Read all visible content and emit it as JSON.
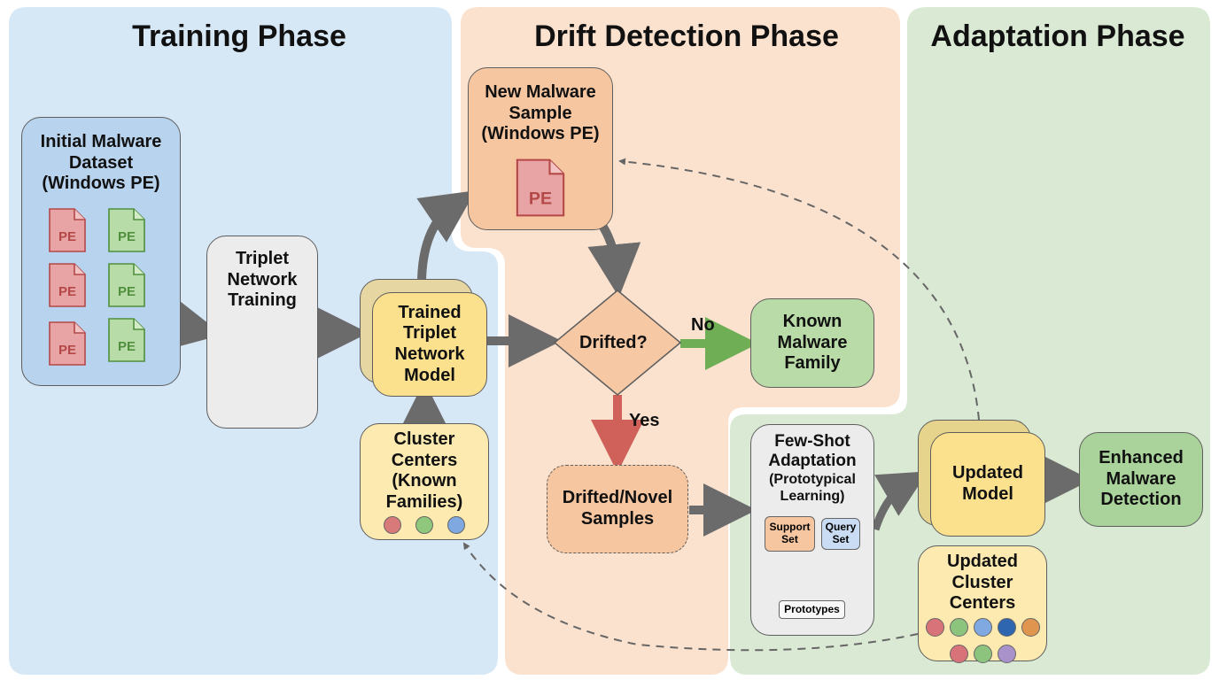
{
  "phases": {
    "training": {
      "title": "Training Phase",
      "color": "#d6e7f6"
    },
    "drift": {
      "title": "Drift Detection Phase",
      "color": "#fbe2cf"
    },
    "adaptation": {
      "title": "Adaptation Phase",
      "color": "#d9e9d3"
    }
  },
  "nodes": {
    "initial_dataset": {
      "label": "Initial Malware\nDataset\n(Windows PE)",
      "file_icons": [
        {
          "text": "PE",
          "color": "red"
        },
        {
          "text": "PE",
          "color": "green"
        },
        {
          "text": "PE",
          "color": "red"
        },
        {
          "text": "PE",
          "color": "green"
        },
        {
          "text": "PE",
          "color": "red"
        },
        {
          "text": "PE",
          "color": "green"
        }
      ]
    },
    "triplet_training": {
      "label": "Triplet\nNetwork\nTraining"
    },
    "trained_model": {
      "label": "Trained\nTriplet\nNetwork\nModel"
    },
    "cluster_centers": {
      "label": "Cluster\nCenters\n(Known\nFamilies)",
      "dots": [
        "#d97a7a",
        "#8fc77c",
        "#7fa8e0"
      ]
    },
    "new_sample": {
      "label": "New Malware\nSample\n(Windows PE)",
      "file_icon": "PE"
    },
    "drift_decision": {
      "label": "Drifted?"
    },
    "known_family": {
      "label": "Known\nMalware\nFamily"
    },
    "drifted_samples": {
      "label": "Drifted/Novel\nSamples"
    },
    "few_shot": {
      "title": "Few-Shot\nAdaptation",
      "subtitle": "(Prototypical\nLearning)",
      "support_set": "Support\nSet",
      "query_set": "Query\nSet",
      "prototypes": "Prototypes"
    },
    "updated_model": {
      "label": "Updated\nModel"
    },
    "updated_clusters": {
      "label": "Updated\nCluster\nCenters",
      "dots_row1": [
        "#d9737a",
        "#8cc47e",
        "#7fa9e0",
        "#2f66b0",
        "#e0954f"
      ],
      "dots_row2": [
        "#d9737a",
        "#8cc47e",
        "#a892c9"
      ]
    },
    "enhanced_detection": {
      "label": "Enhanced\nMalware\nDetection"
    }
  },
  "edge_labels": {
    "no": "No",
    "yes": "Yes"
  },
  "colors": {
    "arrow_gray": "#6b6b6b",
    "arrow_yes": "#d0615a",
    "arrow_no": "#6fae55",
    "pe_red": "#e8a4a4",
    "pe_green": "#b8dca8"
  }
}
